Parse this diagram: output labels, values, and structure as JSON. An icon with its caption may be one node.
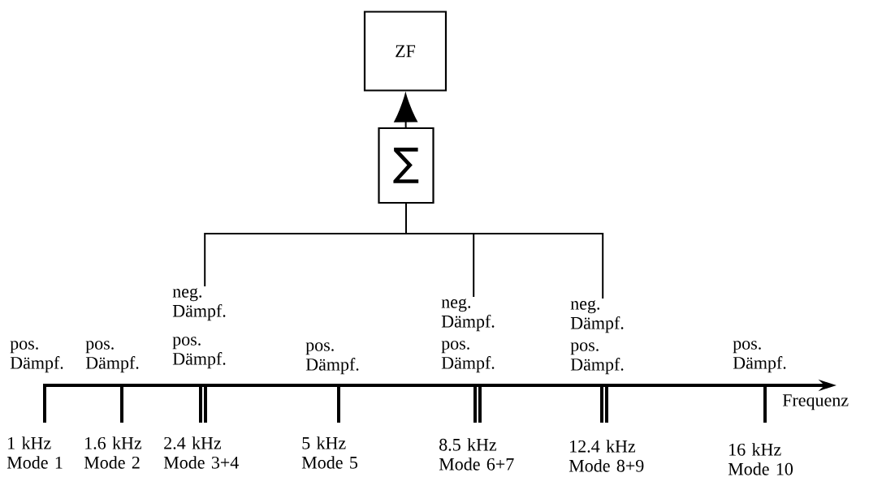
{
  "diagram": {
    "nodes": [
      {
        "text": [
          "ZF"
        ]
      },
      {
        "text": [
          "∑"
        ]
      },
      {
        "text": [
          "neg. Dämpf."
        ]
      },
      {
        "text": [
          "neg. Dämpf."
        ]
      },
      {
        "text": [
          "neg. Dämpf."
        ]
      }
    ],
    "edges": [
      {
        "from": 1,
        "to": 0,
        "arrow": "to"
      },
      {
        "from": 2,
        "to": 1,
        "arrow": "none"
      },
      {
        "from": 3,
        "to": 1,
        "arrow": "none"
      },
      {
        "from": 4,
        "to": 1,
        "arrow": "none"
      }
    ],
    "labels": [
      "pos. Dämpf.",
      "pos. Dämpf.",
      "pos. Dämpf.",
      "pos. Dämpf.",
      "pos. Dämpf.",
      "pos. Dämpf.",
      "pos. Dämpf.",
      "Frequenz",
      "1 kHz Mode 1",
      "1.6 kHz Mode 2",
      "2.4 kHz Mode 3+4",
      "5 kHz Mode 5",
      "8.5 kHz Mode 6+7",
      "12.4 kHz Mode 8+9",
      "16 kHz Mode 10"
    ]
  }
}
